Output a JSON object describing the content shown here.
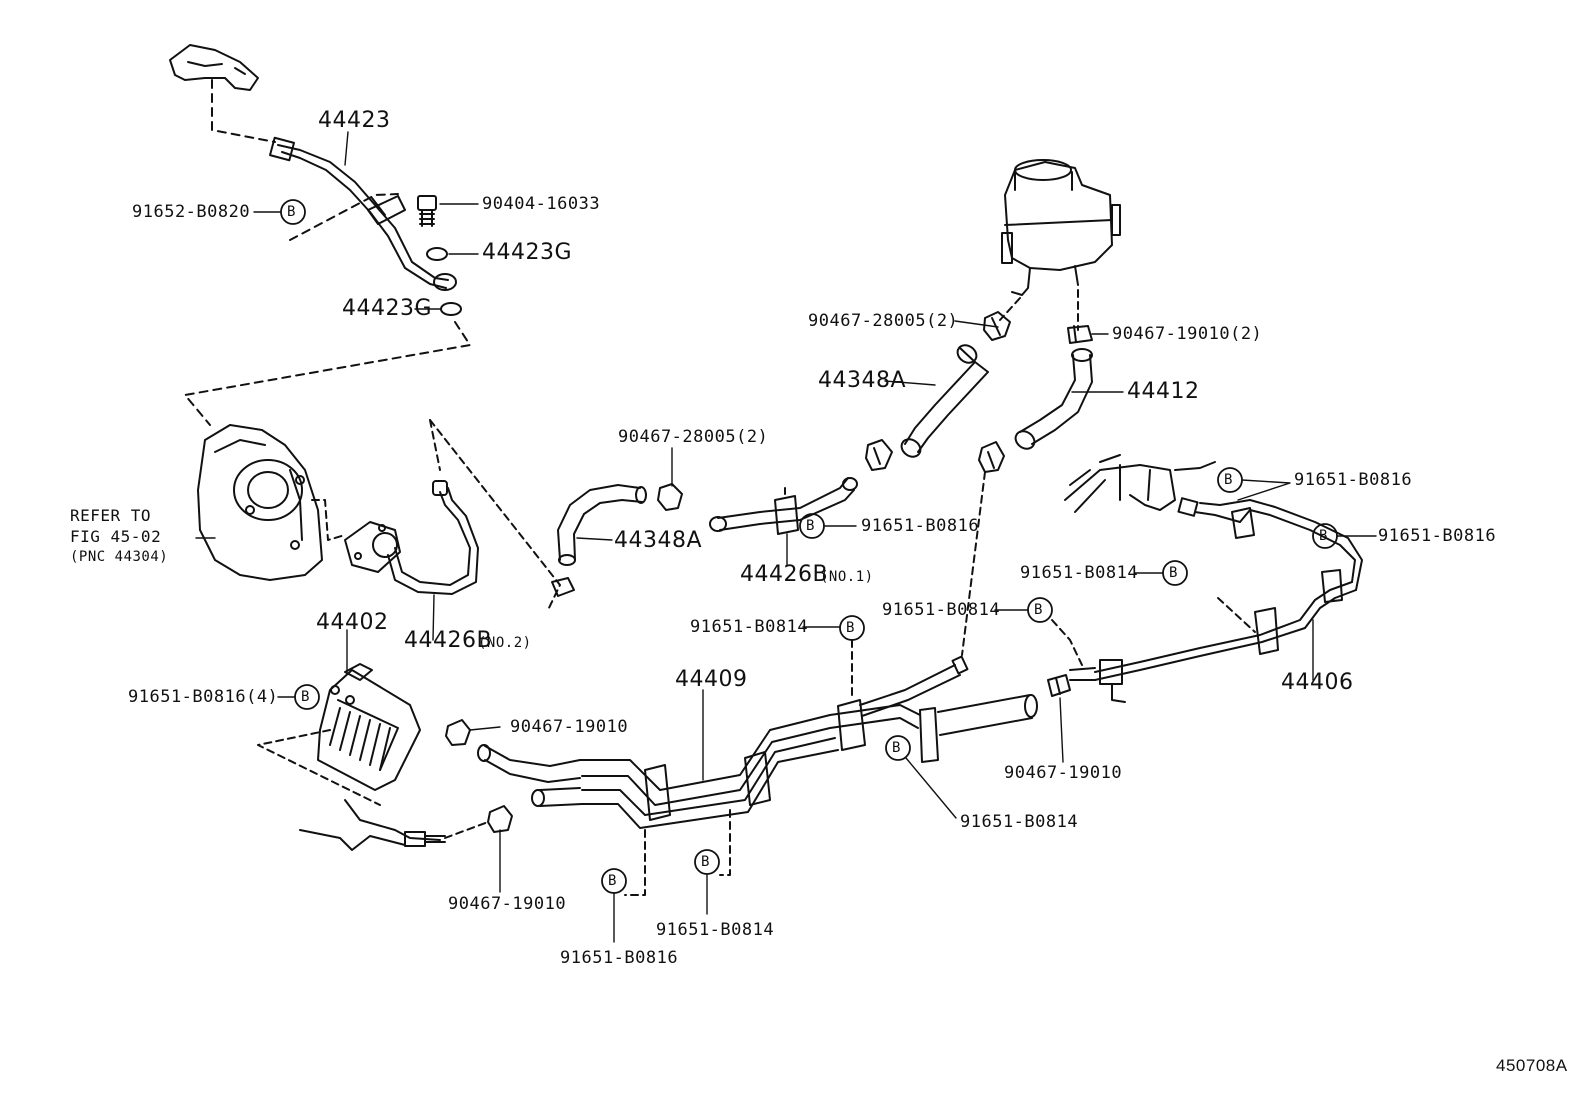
{
  "figure_id": "450708A",
  "refer_note": {
    "line1": "REFER TO",
    "line2": "FIG 45-02",
    "line3": "(PNC 44304)"
  },
  "bolt_symbol": "B",
  "labels": {
    "p44423": "44423",
    "p91652_b0820": "91652-B0820",
    "p90404_16033": "90404-16033",
    "p44423g_a": "44423G",
    "p44423g_b": "44423G",
    "p90467_28005_top": "90467-28005(2)",
    "p90467_19010_top": "90467-19010(2)",
    "p44348a_top": "44348A",
    "p44412": "44412",
    "p90467_28005_mid": "90467-28005(2)",
    "p44348a_mid": "44348A",
    "p91651_b0816_mid": "91651-B0816",
    "p44426b_no1": "44426B",
    "p44426b_no1_suffix": "(NO.1)",
    "p91651_b0816_right_a": "91651-B0816",
    "p91651_b0816_right_b": "91651-B0816",
    "p91651_b0814_right": "91651-B0814",
    "p91651_b0814_center": "91651-B0814",
    "p44426b_no2": "44426B",
    "p44426b_no2_suffix": "(NO.2)",
    "p44402": "44402",
    "p91651_b0814_mid": "91651-B0814",
    "p44409": "44409",
    "p44406": "44406",
    "p91651_b0816_4": "91651-B0816(4)",
    "p90467_19010_a": "90467-19010",
    "p90467_19010_b": "90467-19010",
    "p91651_b0814_lower": "91651-B0814",
    "p90467_19010_c": "90467-19010",
    "p91651_b0814_bottom": "91651-B0814",
    "p91651_b0816_bottom": "91651-B0816"
  }
}
